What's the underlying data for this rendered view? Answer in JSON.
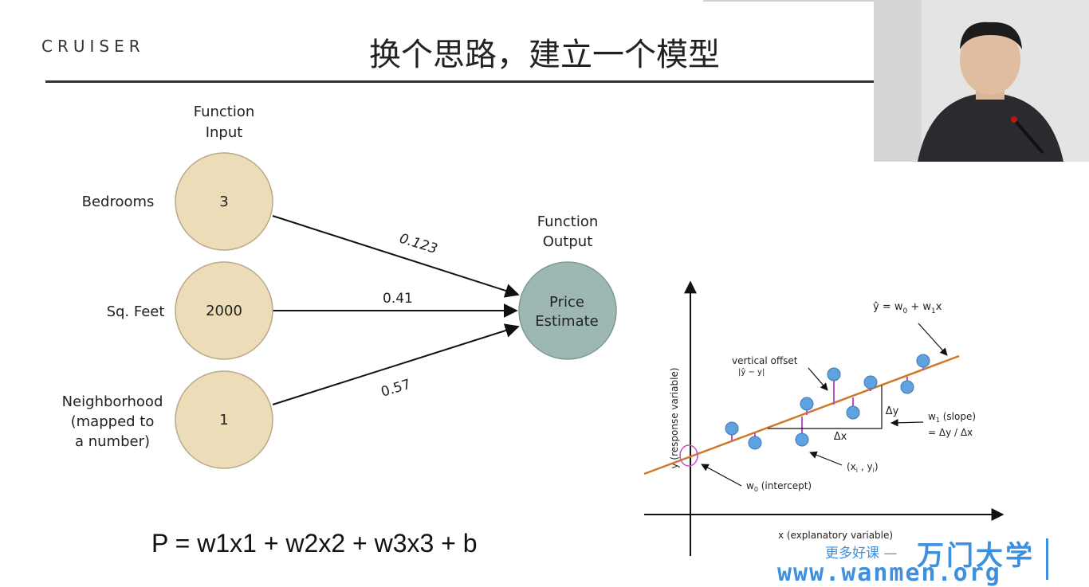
{
  "header": {
    "logo": "CRUISER",
    "title": "换个思路，建立一个模型"
  },
  "network": {
    "input_heading": [
      "Function",
      "Input"
    ],
    "output_heading": [
      "Function",
      "Output"
    ],
    "inputs": [
      {
        "label_lines": [
          "Bedrooms"
        ],
        "value": "3"
      },
      {
        "label_lines": [
          "Sq. Feet"
        ],
        "value": "2000"
      },
      {
        "label_lines": [
          "Neighborhood",
          "(mapped to",
          "a number)"
        ],
        "value": "1"
      }
    ],
    "weights": [
      "0.123",
      "0.41",
      "0.57"
    ],
    "output_lines": [
      "Price",
      "Estimate"
    ],
    "colors": {
      "input_fill": "#ecdcb8",
      "input_stroke": "#b8a988",
      "output_fill": "#9db8b3",
      "output_stroke": "#7f9995"
    }
  },
  "formula": "P = w1x1 + w2x2 + w3x3 + b",
  "regression": {
    "eq_parts": [
      "ŷ = w",
      "0",
      " + w",
      "1",
      "x"
    ],
    "vertical_offset": "vertical offset",
    "offset_expr": "|ŷ − y|",
    "delta_y": "Δy",
    "delta_x": "Δx",
    "slope_parts": [
      "w",
      "1",
      " (slope)"
    ],
    "slope_formula": "= Δy / Δx",
    "point_parts": [
      "(x",
      "i",
      " , y",
      "i",
      ")"
    ],
    "intercept_parts": [
      "w",
      "0",
      " (intercept)"
    ],
    "xlabel": "x (explanatory variable)",
    "ylabel": "y (response variable)",
    "colors": {
      "line": "#d0782a",
      "point": "#5fa2e0",
      "residual": "#c050c8"
    }
  },
  "watermark": {
    "tagline": "更多好课 —",
    "brand": "万门大学",
    "url": "www.wanmen.org"
  }
}
